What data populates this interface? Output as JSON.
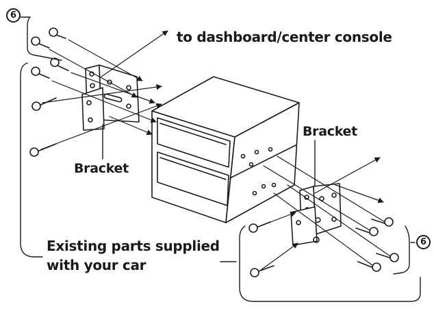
{
  "labels": {
    "top_arrow": "to dashboard/center console",
    "bracket_left": "Bracket",
    "bracket_right": "Bracket",
    "existing_line1": "Existing parts supplied",
    "existing_line2": "with your car",
    "callout_left": "6",
    "callout_right": "6"
  },
  "colors": {
    "ink": "#1a1a1a",
    "unit_fill": "#ffffff",
    "shade": "#e6e6e6"
  }
}
